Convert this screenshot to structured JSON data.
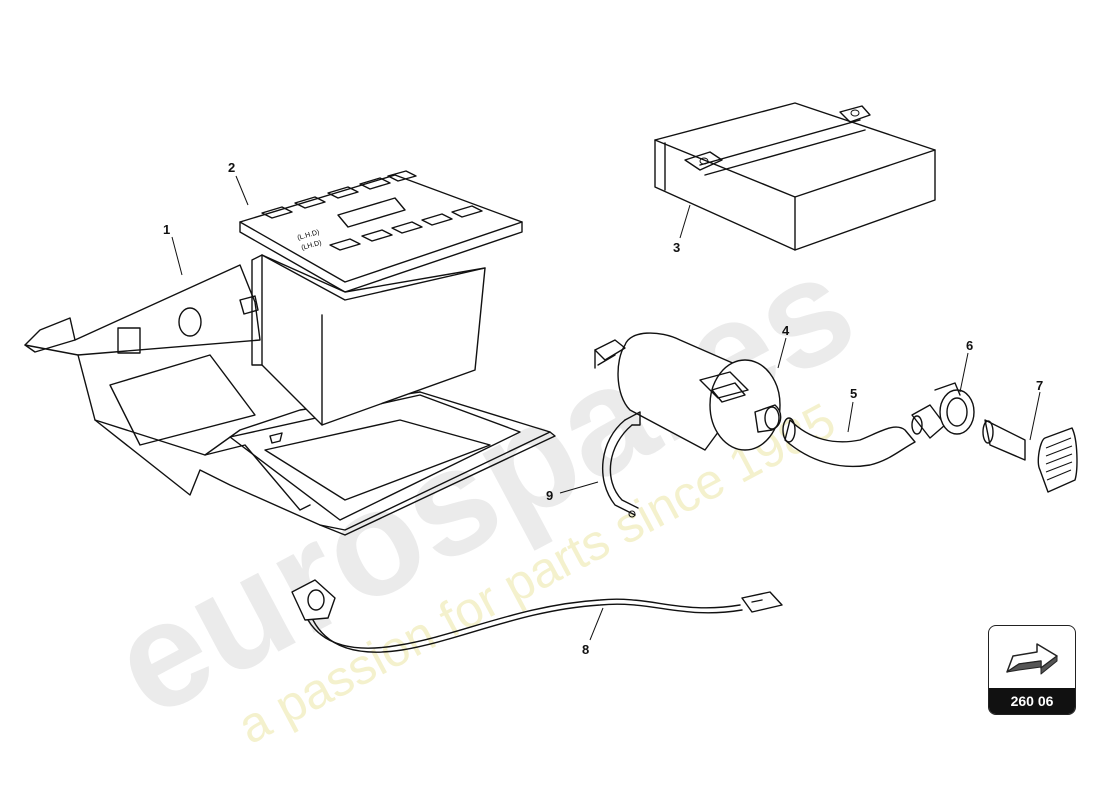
{
  "watermark": {
    "brand": "eurospares",
    "tagline": "a passion for parts since 1985"
  },
  "callouts": [
    "1",
    "2",
    "3",
    "4",
    "5",
    "6",
    "7",
    "8",
    "9"
  ],
  "part2_labels": {
    "left_label": "(L.H.D)",
    "right_label": "(LH.D)"
  },
  "reference": {
    "code": "260 06",
    "icon": "arrow-icon"
  },
  "colors": {
    "ink": "#111111",
    "watermark_grey": "#e9e9e9",
    "watermark_yellow": "#f3f0c8"
  }
}
